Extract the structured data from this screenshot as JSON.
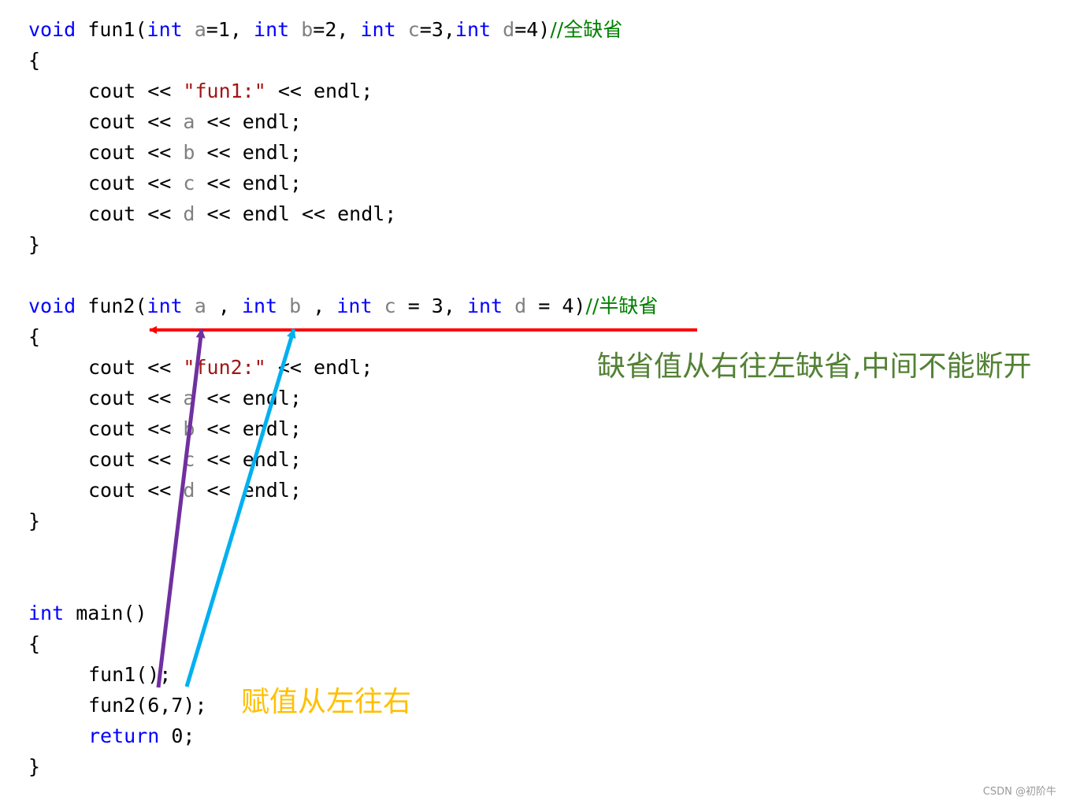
{
  "code": {
    "fun1": {
      "void": "void",
      "name": " fun1(",
      "int1": "int",
      "a": " a",
      "a_val": "=1, ",
      "int2": "int",
      "b": " b",
      "b_val": "=2, ",
      "int3": "int",
      "c": " c",
      "c_val": "=3,",
      "int4": "int",
      "d": " d",
      "d_val": "=4)",
      "comment": "//全缺省",
      "open_brace": "{",
      "l1_pre": "cout << ",
      "l1_str": "\"fun1:\"",
      "l1_post": " << endl;",
      "la_pre": "cout << ",
      "la_var": "a",
      "la_post": " << endl;",
      "lb_pre": "cout << ",
      "lb_var": "b",
      "lb_post": " << endl;",
      "lc_pre": "cout << ",
      "lc_var": "c",
      "lc_post": " << endl;",
      "ld_pre": "cout << ",
      "ld_var": "d",
      "ld_post": " << endl << endl;",
      "close_brace": "}"
    },
    "fun2": {
      "void": "void",
      "name": " fun2(",
      "int1": "int",
      "a": " a ",
      "a_sep": ", ",
      "int2": "int",
      "b": " b ",
      "b_sep": ", ",
      "int3": "int",
      "c": " c",
      "c_val": " = 3, ",
      "int4": "int",
      "d": " d",
      "d_val": " = 4)",
      "comment": "//半缺省",
      "open_brace": "{",
      "l1_pre": "cout << ",
      "l1_str": "\"fun2:\"",
      "l1_post": " << endl;",
      "la_pre": "cout << ",
      "la_var": "a",
      "la_post": " << endl;",
      "lb_pre": "cout << ",
      "lb_var": "b",
      "lb_post": " << endl;",
      "lc_pre": "cout << ",
      "lc_var": "c",
      "lc_post": " << endl;",
      "ld_pre": "cout << ",
      "ld_var": "d",
      "ld_post": " << endl;",
      "close_brace": "}"
    },
    "main": {
      "int": "int",
      "signature": " main()",
      "open_brace": "{",
      "call1": "fun1();",
      "call2": "fun2(6,7);",
      "return_kw": "return",
      "return_val": " 0;",
      "close_brace": "}"
    }
  },
  "annotations": {
    "default_rule": "缺省值从右往左缺省,中间不能断开",
    "assign_rule": "赋值从左往右",
    "arrow_colors": {
      "default_rule": "#ff0000",
      "first_arg": "#7030a0",
      "second_arg": "#00b0f0"
    }
  },
  "watermark": "CSDN @初阶牛"
}
